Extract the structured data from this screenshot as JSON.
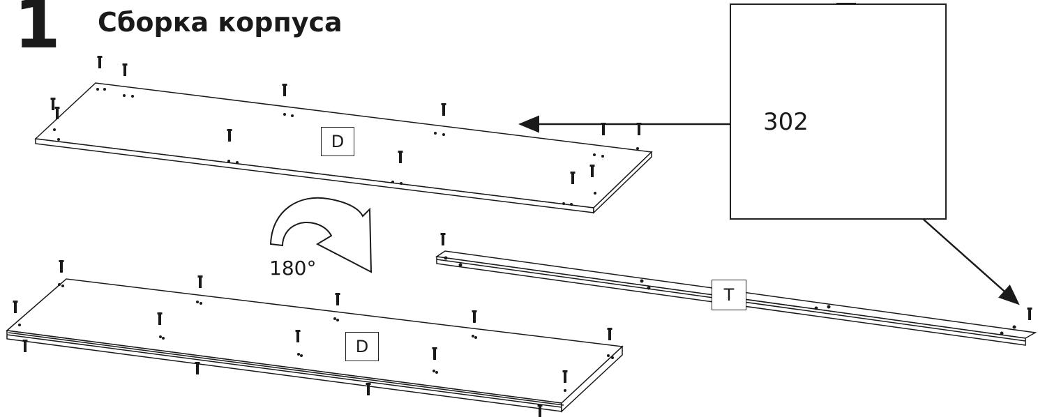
{
  "step": {
    "number": "1",
    "title": "Сборка корпуса"
  },
  "panels": {
    "top_label": "D",
    "bottom_label": "D",
    "rail_label": "T"
  },
  "rotation": {
    "text": "180°"
  },
  "detail": {
    "part_code": "302",
    "qr_icon": "qr-code-icon",
    "tool_icon": "screwdriver-icon"
  },
  "colors": {
    "line": "#1a1a1a",
    "background": "#ffffff"
  }
}
